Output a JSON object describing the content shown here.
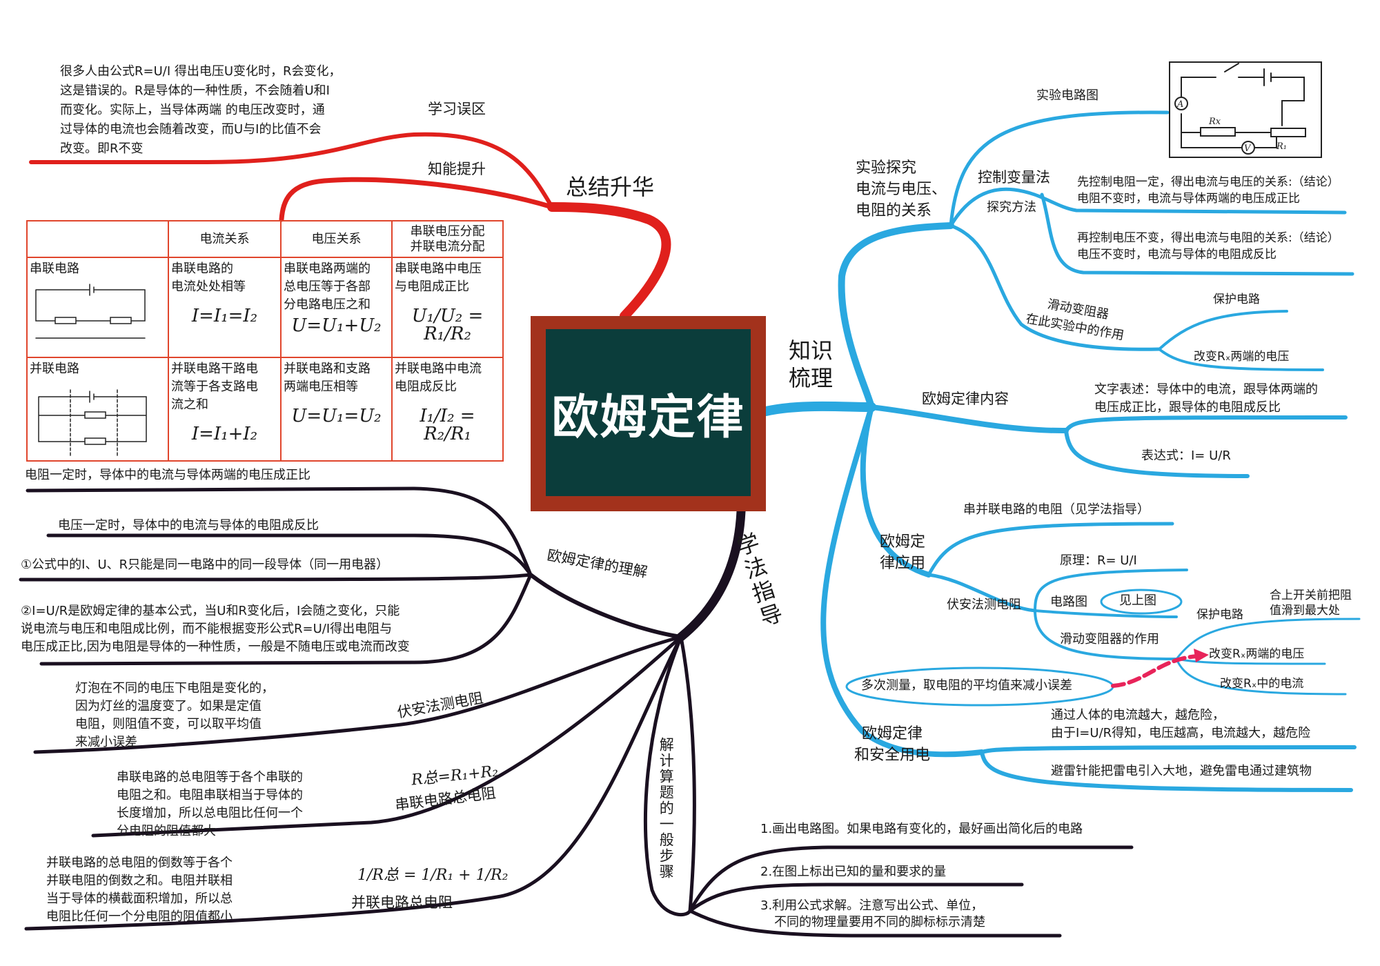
{
  "center_title": "欧姆定律",
  "colors": {
    "summary": "#e0201c",
    "knowledge": "#2aa8e0",
    "method": "#1a1020",
    "board_frame": "#a3321c",
    "board_fill": "#0b3d3b",
    "arrow": "#e8245a"
  },
  "summary": {
    "label": "总结升华",
    "misconception": {
      "label": "学习误区",
      "lines": [
        "很多人由公式R=U/I 得出电压U变化时，R会变化，",
        "这是错误的。R是导体的一种性质，不会随着U和I",
        "而变化。实际上，当导体两端 的电压改变时，通",
        "过导体的电流也会随着改变，而U与I的比值不会",
        "改变。即R不变"
      ]
    },
    "improvement": {
      "label": "知能提升",
      "table": {
        "headers": [
          "",
          "电流关系",
          "电压关系",
          "串联电压分配",
          "并联电流分配"
        ],
        "series": {
          "label": "串联电路",
          "current": [
            "串联电路的",
            "电流处处相等"
          ],
          "current_formula": "I=I₁=I₂",
          "voltage": [
            "串联电路两端的",
            "总电压等于各部",
            "分电路电压之和"
          ],
          "voltage_formula": "U=U₁+U₂",
          "dist": [
            "串联电路中电压",
            "与电阻成正比"
          ],
          "dist_formula": "U₁/U₂ = R₁/R₂"
        },
        "parallel": {
          "label": "并联电路",
          "current": [
            "并联电路干路电",
            "流等于各支路电",
            "流之和"
          ],
          "current_formula": "I=I₁+I₂",
          "voltage": [
            "并联电路和支路",
            "两端电压相等"
          ],
          "voltage_formula": "U=U₁=U₂",
          "dist": [
            "并联电路中电流",
            "电阻成反比"
          ],
          "dist_formula": "I₁/I₂ = R₂/R₁"
        }
      }
    }
  },
  "method": {
    "label": "学法指导",
    "understanding": {
      "label": "欧姆定律的理解",
      "items": [
        "电阻一定时，导体中的电流与导体两端的电压成正比",
        "电压一定时，导体中的电流与导体的电阻成反比",
        "①公式中的I、U、R只能是同一电路中的同一段导体（同一用电器）"
      ],
      "item4": [
        "②I=U/R是欧姆定律的基本公式，当U和R变化后，I会随之变化，只能",
        "说电流与电压和电阻成比例，而不能根据变形公式R=U/I得出电阻与",
        "电压成正比,因为电阻是导体的一种性质，一般是不随电压或电流而改变"
      ]
    },
    "voltammetry": {
      "label": "伏安法测电阻",
      "lines": [
        "灯泡在不同的电压下电阻是变化的，",
        "因为灯丝的温度变了。如果是定值",
        "电阻，则阻值不变，可以取平均值",
        "来减小误差"
      ]
    },
    "series_resistance": {
      "label": "串联电路总电阻",
      "formula": "R总=R₁+R₂",
      "lines": [
        "串联电路的总电阻等于各个串联的",
        "电阻之和。电阻串联相当于导体的",
        "长度增加，所以总电阻比任何一个",
        "分电阻的阻值都大"
      ]
    },
    "parallel_resistance": {
      "label": "并联电路总电阻",
      "formula": "1/R总 = 1/R₁ + 1/R₂",
      "lines": [
        "并联电路的总电阻的倒数等于各个",
        "并联电阻的倒数之和。电阻并联相",
        "当于导体的横截面积增加，所以总",
        "电阻比任何一个分电阻的阻值都小"
      ]
    },
    "steps": {
      "label": "解计算题的一般步骤",
      "items": [
        "1.画出电路图。如果电路有变化的，最好画出简化后的电路",
        "2.在图上标出已知的量和要求的量",
        "3.利用公式求解。注意写出公式、单位，"
      ],
      "item3_cont": "不同的物理量要用不同的脚标标示清楚"
    }
  },
  "knowledge": {
    "label_1": "知识",
    "label_2": "梳理",
    "experiment": {
      "label": [
        "实验探究",
        "电流与电压、",
        "电阻的关系"
      ],
      "circuit_label": "实验电路图",
      "circuit_symbols": {
        "ammeter": "A",
        "voltmeter": "V",
        "rx": "Rx",
        "r1": "R₁"
      },
      "control_label": "控制变量法",
      "method_label": "探究方法",
      "conclusion1": [
        "先控制电阻一定，得出电流与电压的关系:（结论）",
        "电阻不变时，电流与导体两端的电压成正比"
      ],
      "conclusion2": [
        "再控制电压不变，得出电流与电阻的关系:（结论）",
        "电压不变时，电流与导体的电阻成反比"
      ],
      "rheostat_label": [
        "滑动变阻器",
        "在此实验中的作用"
      ],
      "rheostat_roles": [
        "保护电路",
        "改变Rₓ两端的电压"
      ]
    },
    "content": {
      "label": "欧姆定律内容",
      "text": [
        "文字表述：导体中的电流，跟导体两端的",
        "电压成正比，跟导体的电阻成反比"
      ],
      "expression": "表达式：I= U/R"
    },
    "application": {
      "label": [
        "欧姆定",
        "律应用"
      ],
      "series_parallel": "串并联电路的电阻（见学法指导）",
      "voltammetry_label": "伏安法测电阻",
      "principle": "原理：R= U/I",
      "circuit": "电路图",
      "see_above": "见上图",
      "rheostat_role": "滑动变阻器的作用",
      "protect": "保护电路",
      "protect_note": [
        "合上开关前把阻",
        "值滑到最大处"
      ],
      "change_voltage": "改变Rₓ两端的电压",
      "change_current": "改变Rₓ中的电流",
      "multiple": "多次测量，取电阻的平均值来减小误差"
    },
    "safety": {
      "label": [
        "欧姆定律",
        "和安全用电"
      ],
      "text1": [
        "通过人体的电流越大，越危险，",
        "由于I=U/R得知，电压越高，电流越大，越危险"
      ],
      "text2": "避雷针能把雷电引入大地，避免雷电通过建筑物"
    }
  }
}
